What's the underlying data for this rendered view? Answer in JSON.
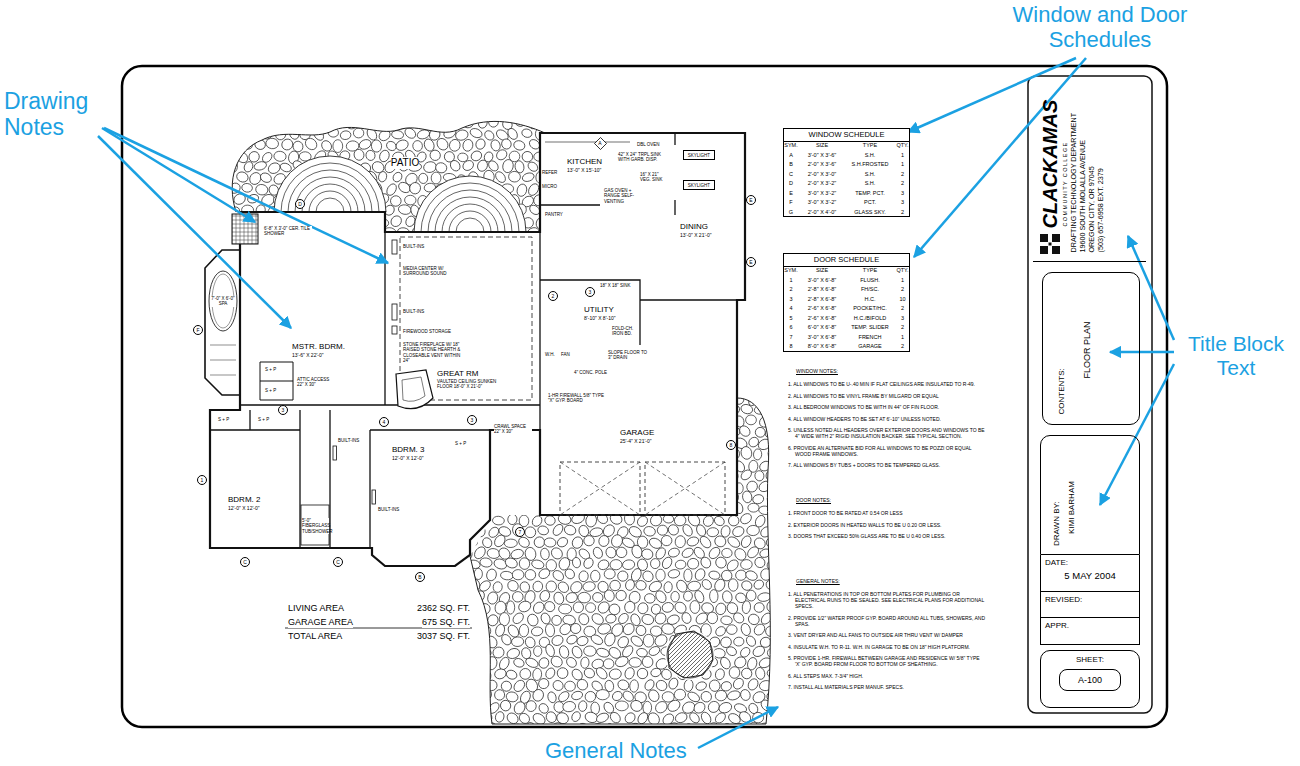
{
  "diagram": {
    "nodes": [
      {
        "text": [
          "WINDOW SCHEDULE"
        ]
      },
      {
        "text": [
          "DOOR SCHEDULE"
        ]
      },
      {
        "text": [
          "CLACKAMAS",
          "COMMUNITY COLLEGE",
          "DRAFTING TECHNOLOGY DEPARTMENT",
          "19600 SOUTH MOLALLA AVENUE",
          "OREGON CITY, OR 97045",
          "(503) 657-6958 EXT. 2379"
        ]
      },
      {
        "text": [
          "CONTENTS:",
          "FLOOR PLAN"
        ]
      },
      {
        "text": [
          "DRAWN BY:",
          "KIMI BARHAM"
        ]
      },
      {
        "text": [
          "DATE:",
          "5 MAY 2004"
        ]
      },
      {
        "text": [
          "REVISED:"
        ]
      },
      {
        "text": [
          "APPR."
        ]
      },
      {
        "text": [
          "SHEET:",
          "A-100"
        ]
      },
      {
        "text": [
          "SKYLIGHT"
        ]
      },
      {
        "text": [
          "SKYLIGHT"
        ]
      },
      {
        "text": [
          "A"
        ]
      },
      {
        "text": [
          "E"
        ]
      },
      {
        "text": [
          "E"
        ]
      },
      {
        "text": [
          "3"
        ]
      },
      {
        "text": [
          "2"
        ]
      },
      {
        "text": [
          "8"
        ]
      },
      {
        "text": [
          "4"
        ]
      },
      {
        "text": [
          "3"
        ]
      },
      {
        "text": [
          "F"
        ]
      },
      {
        "text": [
          "C"
        ]
      },
      {
        "text": [
          "C"
        ]
      },
      {
        "text": [
          "B"
        ]
      },
      {
        "text": [
          "7"
        ]
      },
      {
        "text": [
          "1"
        ]
      },
      {
        "text": [
          "D"
        ]
      },
      {
        "text": [
          "3"
        ]
      }
    ],
    "labels": [
      "Window and Door Schedules",
      "Drawing Notes",
      "Title Block Text",
      "General Notes",
      "PATIO",
      "KITCHEN",
      "13'-0\" X 15'-10\"",
      "DINING",
      "13'-0\" X 21'-0\"",
      "UTILITY",
      "8'-10\" X 8'-10\"",
      "MSTR. BDRM.",
      "13'-6\" X 22'-0\"",
      "GREAT RM",
      "VAULTED CEILING SUNKEN FLOOR 18'-0\" X 21'-0\"",
      "GARAGE",
      "25'-4\" X 21'-0\"",
      "BDRM. 2",
      "12'-0\" X 12'-0\"",
      "BDRM. 3",
      "12'-0\" X 12'-0\"",
      "6'-8\" X 3'-0\" CER. TILE SHOWER",
      "7'-0\" X 6'-0\" SPA",
      "BUILT-INS",
      "MEDIA CENTER W/ SURROUND SOUND",
      "BUILT-INS",
      "FIREWOOD STORAGE",
      "STONE FIREPLACE W/ 18\" RAISED STONE HEARTH & CLOSEABLE VENT WITHIN 24\"",
      "ATTIC ACCESS 22\" X 30\"",
      "S + P",
      "S + P",
      "S + P",
      "S + P",
      "S + P",
      "CRAWL SPACE 22\" X 30\"",
      "BUILT-INS",
      "BUILT-INS",
      "5'-0\" FIBERGLASS TUB/SHOWER",
      "1-HR FIREWALL 5/8\" TYPE \"X\" GYP. BOARD",
      "W.H.",
      "FAN",
      "4\" CONC. POLE",
      "SLOPE FLOOR TO 3\" DRAIN",
      "FOLD-CH. IRON BD.",
      "18\" X 18\" SINK",
      "DBL OVEN",
      "42\" X 24\" TRPL SINK WITH GARB. DISP.",
      "16\" X 21\" VEG. SINK",
      "GAS OVEN + RANGE SELF-VENTING",
      "PANTRY",
      "REFER",
      "MICRO",
      "LIVING AREA",
      "2362 SQ. FT.",
      "GARAGE AREA",
      "675 SQ. FT.",
      "TOTAL AREA",
      "3037 SQ. FT.",
      "SYM.",
      "SIZE",
      "TYPE",
      "QTY.",
      "A",
      "3'-0\" X 3'-6\"",
      "S.H.",
      "1",
      "B",
      "2'-0\" X 3'-6\"",
      "S.H.FROSTED",
      "1",
      "C",
      "2'-0\" X 3'-0\"",
      "S.H.",
      "2",
      "D",
      "2'-0\" X 3'-2\"",
      "S.H.",
      "2",
      "E",
      "3'-0\" X 3'-2\"",
      "TEMP. PCT.",
      "3",
      "F",
      "3'-0\" X 3'-2\"",
      "PCT.",
      "3",
      "G",
      "2'-0\" X 4'-0\"",
      "GLASS SKY.",
      "2",
      "SYM.",
      "SIZE",
      "TYPE",
      "QTY.",
      "1",
      "3'-0\" X 6'-8\"",
      "FLUSH.",
      "1",
      "2",
      "2'-8\" X 6'-8\"",
      "FH/SC.",
      "2",
      "3",
      "2'-8\" X 6'-8\"",
      "H.C.",
      "10",
      "4",
      "2'-6\" X 6'-8\"",
      "POCKET/HC.",
      "2",
      "5",
      "2'-6\" X 6'-8\"",
      "H.C./BIFOLD",
      "3",
      "6",
      "6'-0\" X 6'-8\"",
      "TEMP. SLIDER",
      "2",
      "7",
      "3'-0\" X 6'-8\"",
      "FRENCH",
      "1",
      "8",
      "8'-0\" X 6'-8\"",
      "GARAGE",
      "2",
      "WINDOW NOTES:",
      "1. ALL WINDOWS TO BE U-.40 MIN IF FLAT CEILINGS ARE INSULATED TO R-49.",
      "2. ALL WINDOWS TO BE VINYL FRAME BY MILGARD OR EQUAL",
      "3. ALL BEDROOM WINDOWS TO BE WITH IN 44\" OF FIN FLOOR.",
      "4. ALL WINDOW HEADERS TO BE SET AT 6'-10\" UNLESS NOTED.",
      "5. UNLESS NOTED ALL HEADERS OVER EXTERIOR DOORS AND WINDOWS TO BE 4\" WIDE WITH 2\" RIGID INSULATION BACKER. SEE TYPICAL SECTION.",
      "6. PROVIDE AN ALTERNATE BID FOR ALL WINDOWS TO BE POZZI OR EQUAL WOOD FRAME WINDOWS.",
      "7. ALL WINDOWS BY TUBS + DOORS TO BE TEMPERED GLASS.",
      "DOOR NOTES:",
      "1. FRONT DOOR TO BE RATED AT 0.54 OR LESS",
      "2. EXTERIOR DOORS IN HEATED WALLS TO BE U 0.20 OR LESS.",
      "3. DOORS THAT EXCEED 50% GLASS ARE TO BE U 0.40 OR LESS.",
      "GENERAL NOTES:",
      "1. ALL PENETRATIONS IN TOP OR BOTTOM PLATES FOR PLUMBING OR ELECTRICAL RUNS TO BE SEALED. SEE ELECTRICAL PLANS FOR ADDITIONAL SPECS.",
      "2. PROVIDE 1/2\" WATER PROOF GYP. BOARD AROUND ALL TUBS, SHOWERS, AND SPAS.",
      "3. VENT DRYER AND ALL FANS TO OUTSIDE AIR THRU VENT W/ DAMPER",
      "4. INSULATE W.H. TO R-11. W.H. IN GARAGE TO BE ON 18\" HIGH PLATFORM.",
      "5. PROVIDE 1-HR. FIREWALL BETWEEN GARAGE AND RESIDENCE W/ 5/8\" TYPE 'X' GYP. BOARD FROM FLOOR TO BOTTOM OF SHEATHING.",
      "6. ALL STEPS MAX. 7-3/4\" HIGH.",
      "7. INSTALL ALL MATERIALS PER MANUF. SPECS."
    ]
  }
}
